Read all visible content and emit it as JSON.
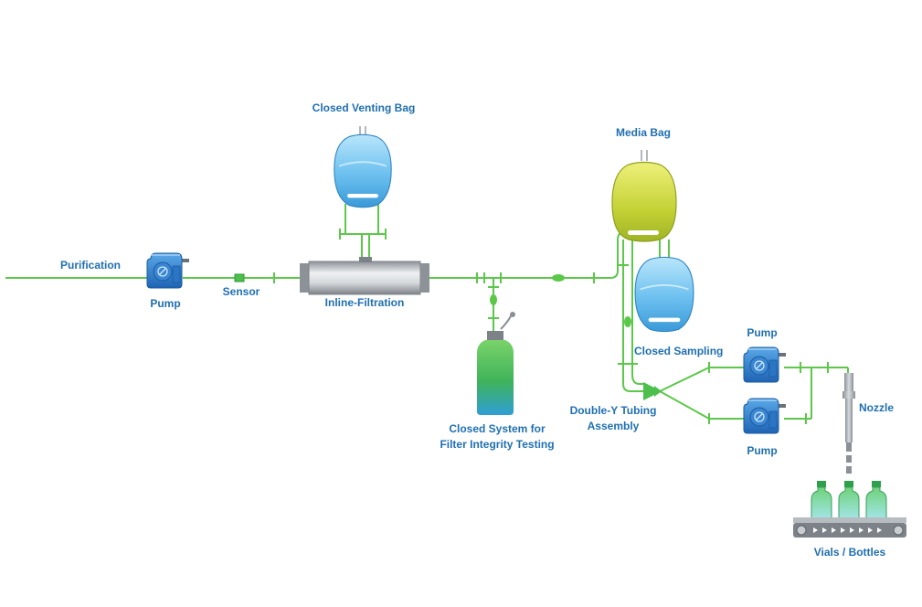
{
  "labels": {
    "purification": "Purification",
    "pump_main": "Pump",
    "sensor": "Sensor",
    "inline_filtration": "Inline-Filtration",
    "closed_venting_bag": "Closed Venting Bag",
    "closed_system": "Closed System for\nFilter Integrity Testing",
    "media_bag": "Media Bag",
    "closed_sampling": "Closed Sampling",
    "double_y": "Double-Y Tubing\nAssembly",
    "pump_top": "Pump",
    "pump_bottom": "Pump",
    "nozzle": "Nozzle",
    "vials": "Vials / Bottles"
  },
  "colors": {
    "label": "#1f6fb2",
    "tubing": "#5cc84a",
    "pump_body": "#2f7fcf",
    "bag_blue": "#7cc8f2",
    "bag_yellow": "#c9d63a",
    "filter_steel": "#b8bcc2",
    "bottle_green": "#4cbf5a",
    "conveyor": "#8a9096"
  },
  "icons": [
    "pump-icon",
    "sensor-icon",
    "filter-housing-icon",
    "venting-bag-icon",
    "media-bag-icon",
    "sampling-bag-icon",
    "filter-test-bottle-icon",
    "double-y-connector-icon",
    "nozzle-icon",
    "vial-icon",
    "conveyor-icon"
  ]
}
